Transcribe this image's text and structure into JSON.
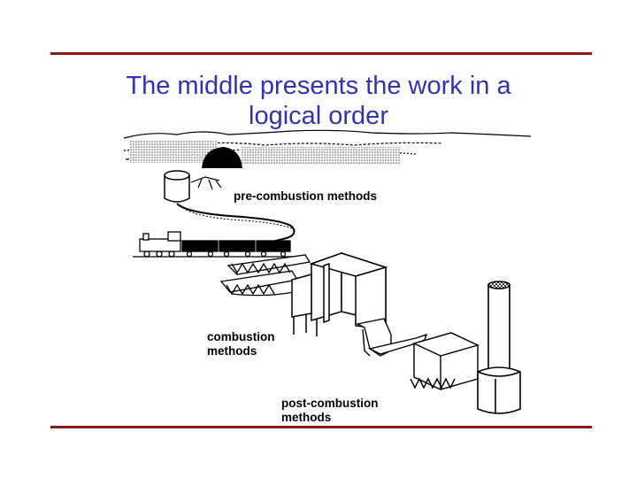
{
  "slide": {
    "title_line1": "The middle presents the work in a",
    "title_line2": "logical order"
  },
  "diagram": {
    "labels": {
      "pre_combustion": "pre-combustion methods",
      "combustion_1": "combustion",
      "combustion_2": "methods",
      "post_combustion_1": "post-combustion",
      "post_combustion_2": "methods"
    }
  },
  "colors": {
    "rule": "#8b1a1a",
    "title": "#3333aa",
    "ink": "#000000"
  }
}
